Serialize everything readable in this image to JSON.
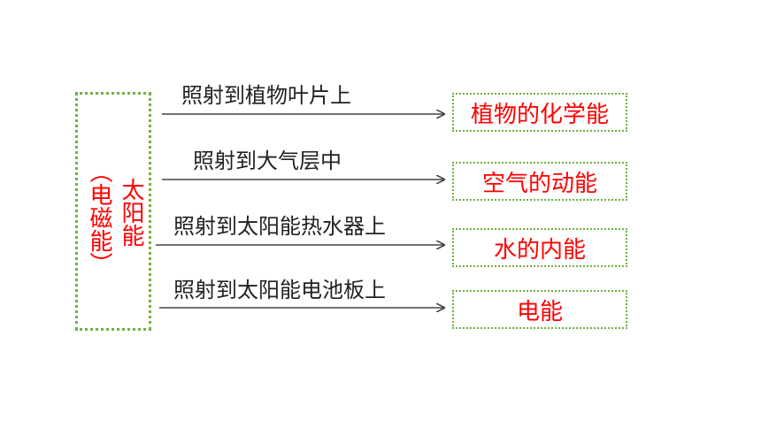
{
  "source": {
    "main": "太阳能",
    "sub": "（电磁能）"
  },
  "paths": [
    {
      "label": "照射到植物叶片上",
      "result": "植物的化学能"
    },
    {
      "label": "照射到大气层中",
      "result": "空气的动能"
    },
    {
      "label": "照射到太阳能热水器上",
      "result": "水的内能"
    },
    {
      "label": "照射到太阳能电池板上",
      "result": "电能"
    }
  ],
  "colors": {
    "highlight_text": "#ff0000",
    "dotted_border": "#6fb23f",
    "arrow": "#444444",
    "label_text": "#222222"
  }
}
